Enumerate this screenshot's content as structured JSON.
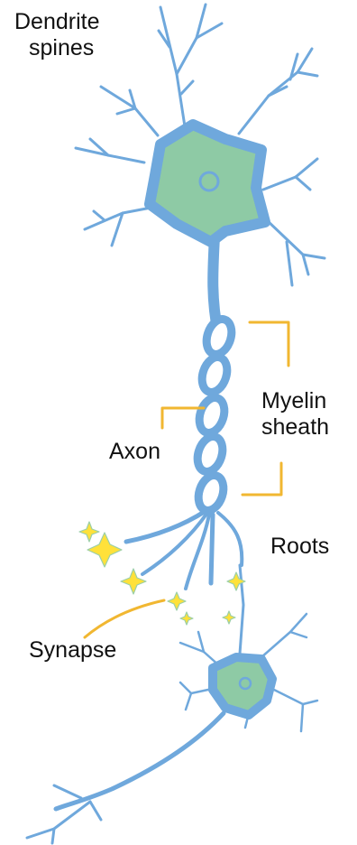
{
  "labels": {
    "dendrite_line1": "Dendrite",
    "dendrite_line2": "spines",
    "myelin_line1": "Myelin",
    "myelin_line2": "sheath",
    "axon": "Axon",
    "roots": "Roots",
    "synapse": "Synapse"
  },
  "colors": {
    "neuron_outline": "#6fa8dc",
    "cell_body": "#8ecaa5",
    "callout": "#f1b731",
    "spark": "#ffe13a",
    "spark_outline": "#9bcfa8",
    "text": "#111111"
  }
}
